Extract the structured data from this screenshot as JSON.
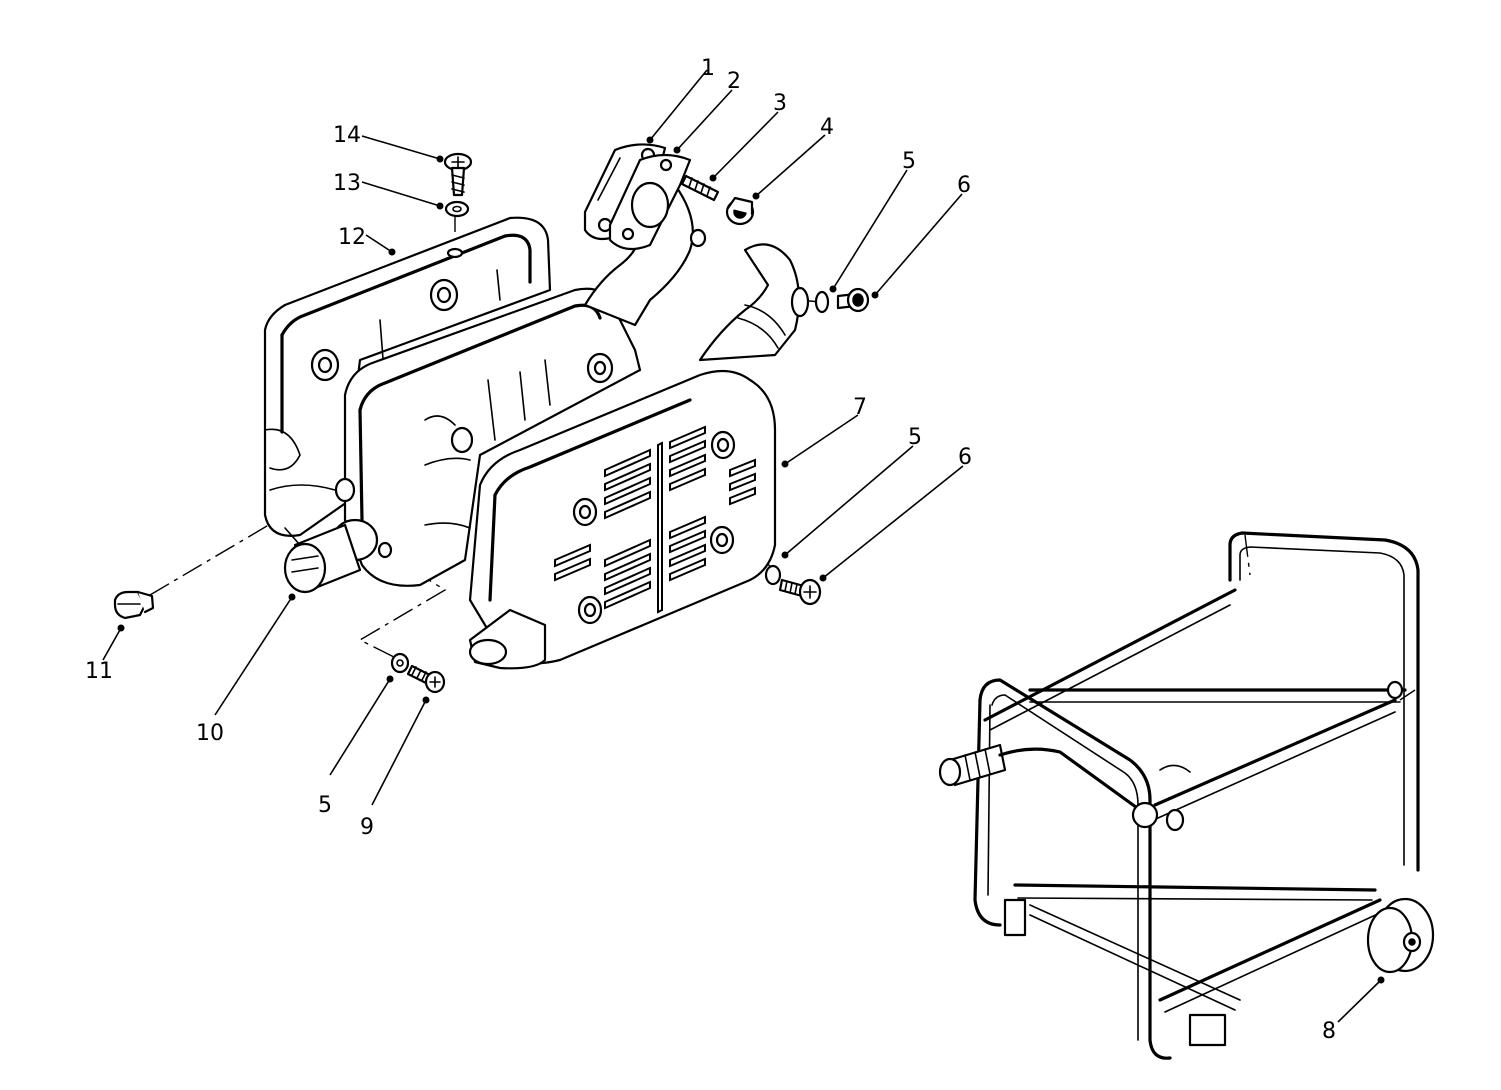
{
  "diagram": {
    "callouts": {
      "c1": "1",
      "c2": "2",
      "c3": "3",
      "c4": "4",
      "c5a": "5",
      "c6a": "6",
      "c7": "7",
      "c5b": "5",
      "c6b": "6",
      "c14": "14",
      "c13": "13",
      "c12": "12",
      "c11": "11",
      "c10": "10",
      "c5c": "5",
      "c9": "9",
      "c8": "8"
    }
  }
}
